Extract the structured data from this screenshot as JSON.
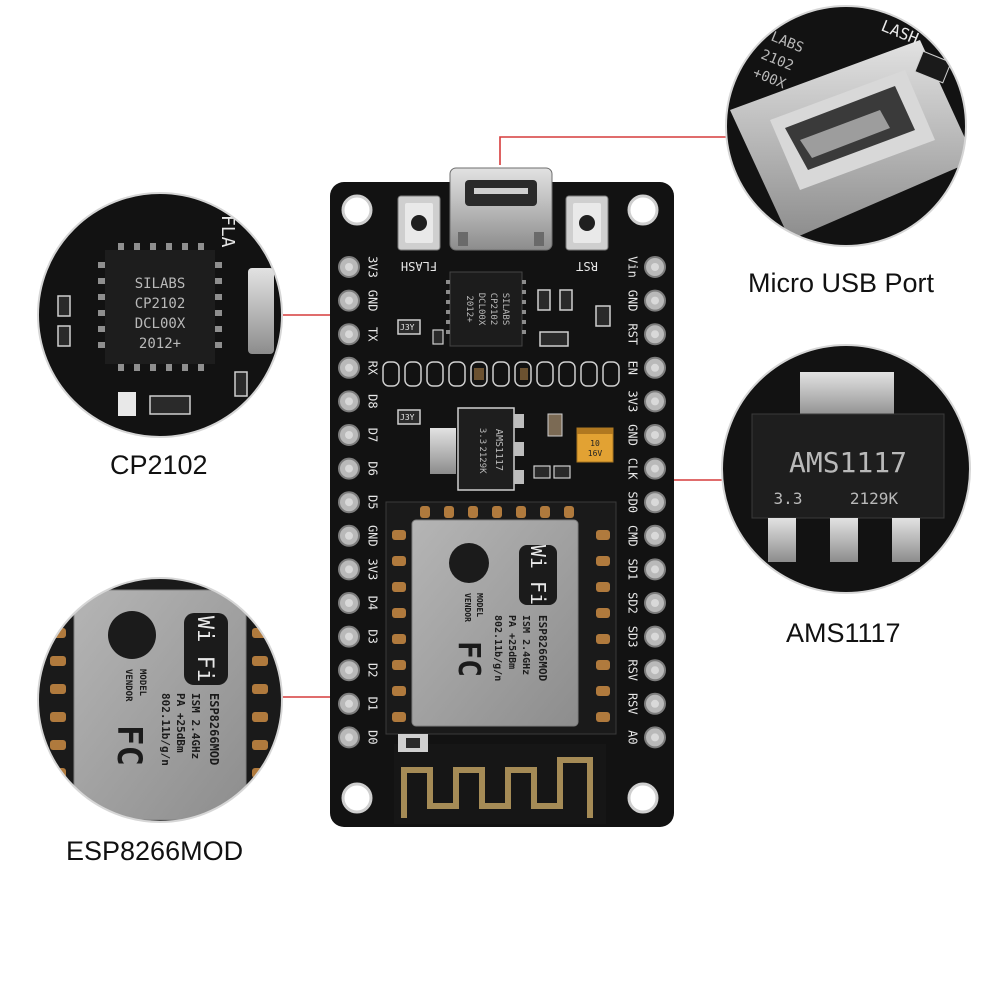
{
  "callouts": {
    "cp2102": {
      "label": "CP2102"
    },
    "usb": {
      "label": "Micro USB Port"
    },
    "ams": {
      "label": "AMS1117"
    },
    "esp": {
      "label": "ESP8266MOD"
    }
  },
  "board": {
    "buttons": {
      "flash": "FLASH",
      "rst": "RST"
    },
    "left_pins": [
      "3V3",
      "GND",
      "TX",
      "RX",
      "D8",
      "D7",
      "D6",
      "D5",
      "GND",
      "3V3",
      "D4",
      "D3",
      "D2",
      "D1",
      "D0"
    ],
    "right_pins": [
      "Vin",
      "GND",
      "RST",
      "EN",
      "3V3",
      "GND",
      "CLK",
      "SD0",
      "CMD",
      "SD1",
      "SD2",
      "SD3",
      "RSV",
      "RSV",
      "A0"
    ],
    "cp2102_chip": [
      "SILABS",
      "CP2102",
      "DCL00X",
      "2012+"
    ],
    "regulator_chip": [
      "AMS1117",
      "3.3",
      "2129K"
    ],
    "capacitor": [
      "10",
      "16V"
    ],
    "transistor_marks": [
      "J3Y",
      "J3Y"
    ],
    "esp_module": {
      "logo": "Wi Fi",
      "model": "ESP8266MOD",
      "specs": [
        "ISM 2.4GHz",
        "PA +25dBm",
        "802.11b/g/n"
      ],
      "side": [
        "MODEL",
        "VENDOR"
      ],
      "fcc": "FC"
    }
  },
  "zoom": {
    "cp2102": {
      "chip": [
        "SILABS",
        "CP2102",
        "DCL00X",
        "2012+"
      ],
      "edge": "FLA"
    },
    "usb": {
      "chip": [
        "LABS",
        "2102",
        "+00X"
      ],
      "edge": "LASH"
    },
    "ams": {
      "chip": [
        "AMS1117",
        "3.3",
        "2129K"
      ]
    },
    "esp": {
      "logo": "Wi Fi",
      "model": "ESP8266MOD",
      "specs": [
        "ISM 2.4GHz",
        "PA +25dBm",
        "802.11b/g/n"
      ],
      "side": [
        "MODEL",
        "VENDOR"
      ],
      "fcc": "FC"
    }
  },
  "colors": {
    "pcb": "#121212",
    "pad": "#b9b9b9",
    "callout_line": "#d63b3b",
    "shield": "#a9a9a9",
    "antenna": "#a58b56"
  }
}
